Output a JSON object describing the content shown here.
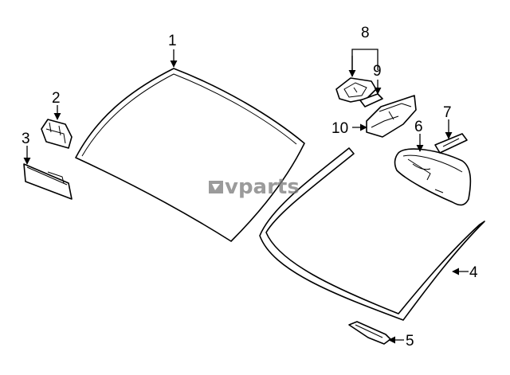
{
  "diagram": {
    "watermark": "vparts",
    "callouts": [
      "1",
      "2",
      "3",
      "4",
      "5",
      "6",
      "7",
      "8",
      "9",
      "10"
    ],
    "parts": [
      {
        "id": "1",
        "icon": "windshield-glass-icon"
      },
      {
        "id": "2",
        "icon": "clip-icon"
      },
      {
        "id": "3",
        "icon": "spacer-strip-icon"
      },
      {
        "id": "4",
        "icon": "windshield-molding-icon"
      },
      {
        "id": "5",
        "icon": "retainer-icon"
      },
      {
        "id": "6",
        "icon": "rear-view-mirror-icon"
      },
      {
        "id": "7",
        "icon": "mirror-cover-icon"
      },
      {
        "id": "8",
        "icon": "sensor-bracket-icon"
      },
      {
        "id": "9",
        "icon": "adhesive-pad-icon"
      },
      {
        "id": "10",
        "icon": "sensor-mount-icon"
      }
    ],
    "colors": {
      "line": "#000000",
      "background": "#ffffff",
      "watermark": "#7a7a7a"
    }
  }
}
